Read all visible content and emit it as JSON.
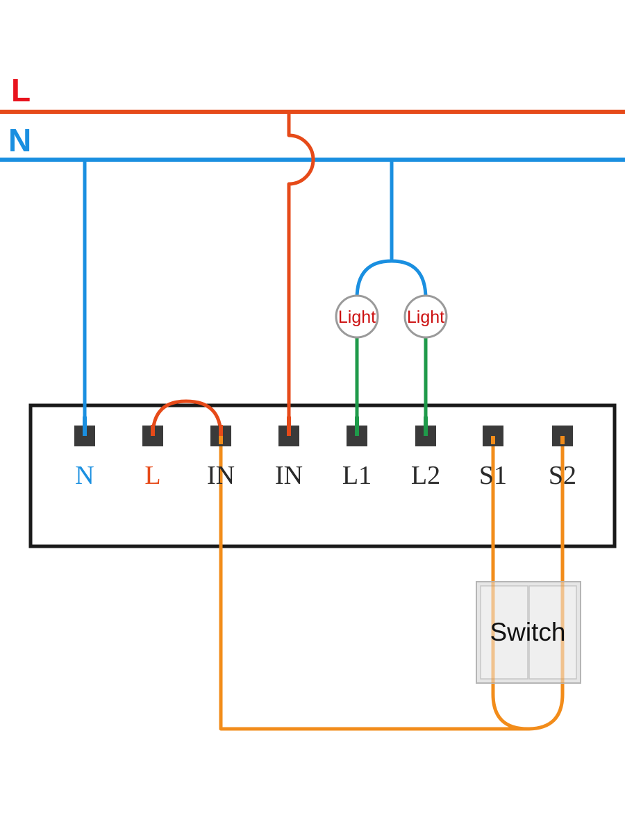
{
  "rails": {
    "line_label": "L",
    "neutral_label": "N"
  },
  "terminals": {
    "n": "N",
    "l": "L",
    "in1": "IN",
    "in2": "IN",
    "l1": "L1",
    "l2": "L2",
    "s1": "S1",
    "s2": "S2"
  },
  "lights": {
    "light1": "Light",
    "light2": "Light"
  },
  "switch": {
    "label": "Switch"
  },
  "colors": {
    "line": "#e64a19",
    "neutral": "#1a8fe0",
    "load": "#1f9a4a",
    "switch_wire": "#f28c1a",
    "label_red": "#e8141e",
    "light_text": "#cc1010",
    "outline": "#1a1a1a",
    "terminal": "#3a3a3a"
  }
}
